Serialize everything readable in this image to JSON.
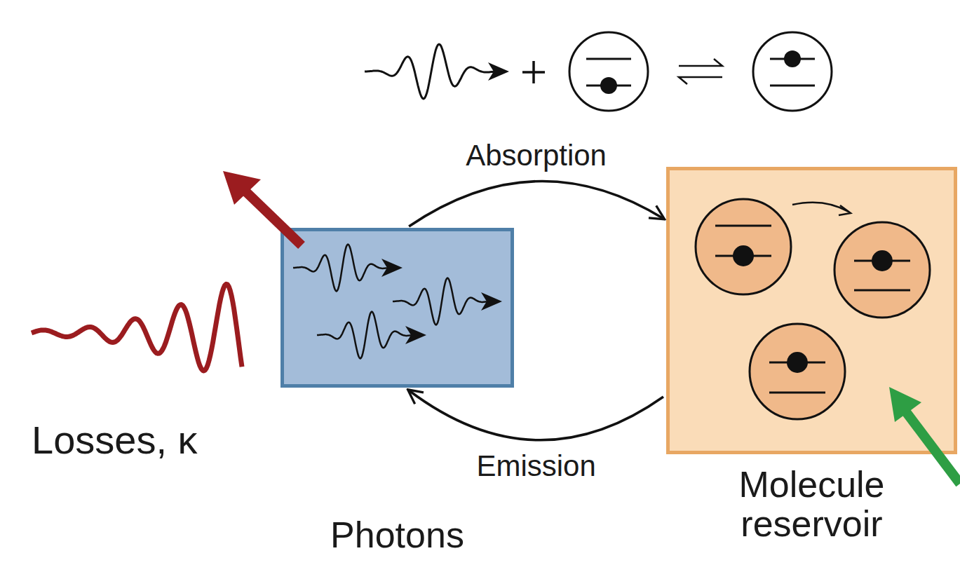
{
  "diagram": {
    "nodes": [
      {
        "text": [
          "Photons"
        ]
      },
      {
        "text": [
          "Molecule reservoir"
        ]
      }
    ],
    "edges": [
      {
        "from": 0,
        "to": 1,
        "arrow": "to",
        "label": "Absorption"
      },
      {
        "from": 1,
        "to": 0,
        "arrow": "to",
        "label": "Emission"
      }
    ],
    "labels": [
      "Losses, κ"
    ]
  }
}
